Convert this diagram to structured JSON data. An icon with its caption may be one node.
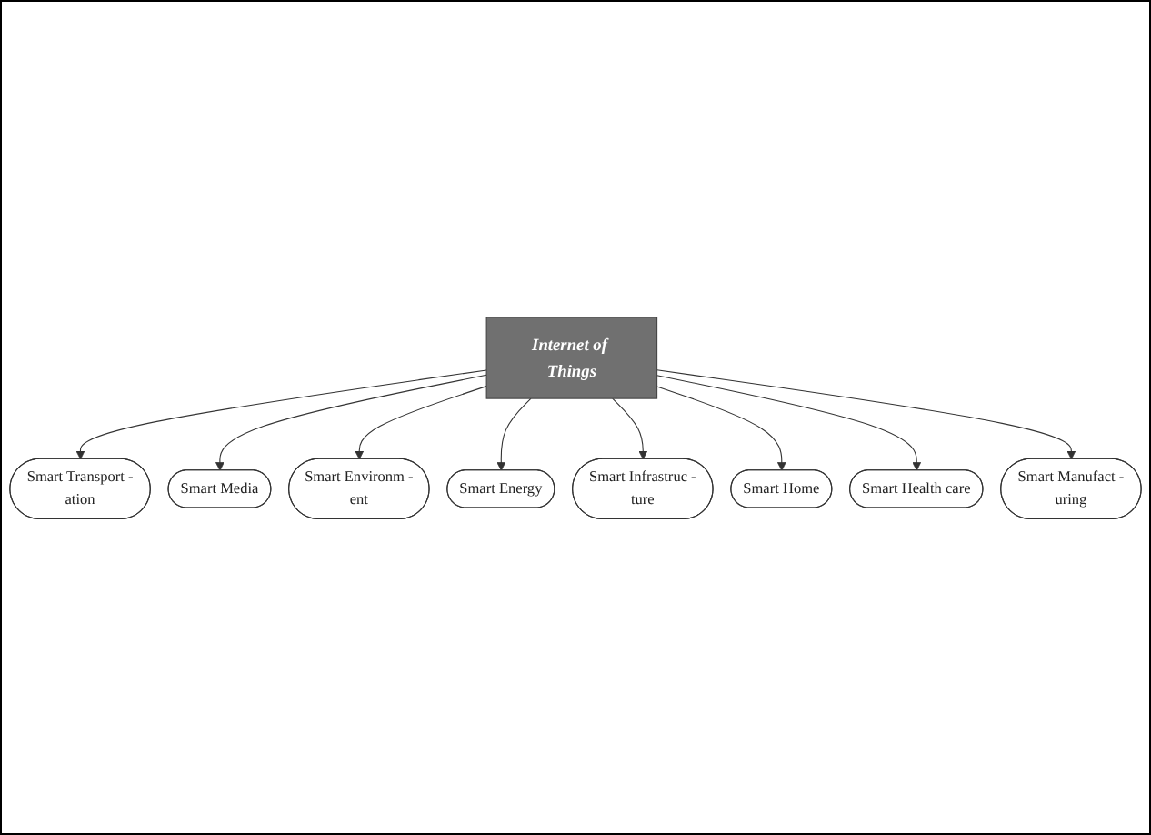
{
  "diagram": {
    "nodes": [
      {
        "text": [
          "Internet of Things"
        ]
      },
      {
        "text": [
          "Smart Transport -ation"
        ]
      },
      {
        "text": [
          "Smart Media"
        ]
      },
      {
        "text": [
          "Smart Environm -ent"
        ]
      },
      {
        "text": [
          "Smart Energy"
        ]
      },
      {
        "text": [
          "Smart Infrastruc -ture"
        ]
      },
      {
        "text": [
          "Smart Home"
        ]
      },
      {
        "text": [
          "Smart Health care"
        ]
      },
      {
        "text": [
          "Smart Manufact -uring"
        ]
      }
    ],
    "edges": [
      {
        "from": 0,
        "to": 1,
        "arrow": "to"
      },
      {
        "from": 0,
        "to": 2,
        "arrow": "to"
      },
      {
        "from": 0,
        "to": 3,
        "arrow": "to"
      },
      {
        "from": 0,
        "to": 4,
        "arrow": "to"
      },
      {
        "from": 0,
        "to": 5,
        "arrow": "to"
      },
      {
        "from": 0,
        "to": 6,
        "arrow": "to"
      },
      {
        "from": 0,
        "to": 7,
        "arrow": "to"
      },
      {
        "from": 0,
        "to": 8,
        "arrow": "to"
      }
    ]
  }
}
